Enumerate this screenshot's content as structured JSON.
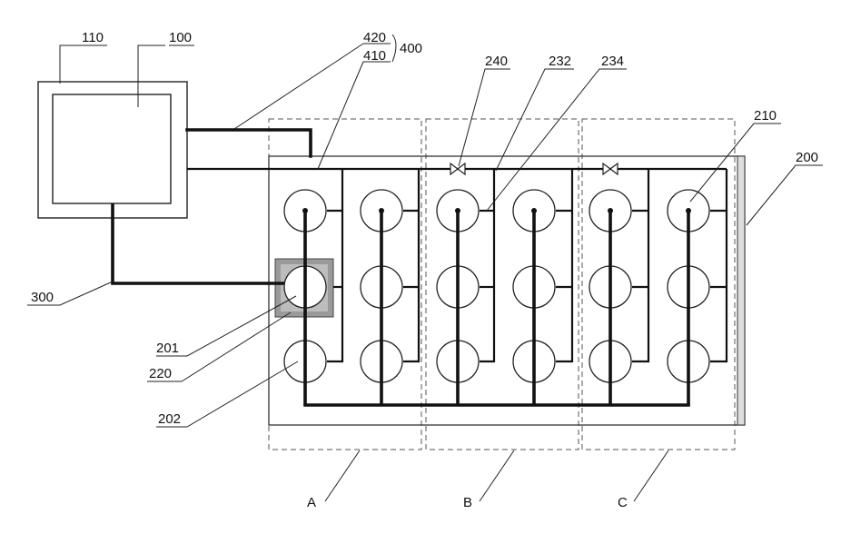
{
  "labels": {
    "controller": "100",
    "housing": "110",
    "panel": "200",
    "unit_201": "201",
    "unit_202": "202",
    "unit_210": "210",
    "unit_220": "220",
    "pipe_232": "232",
    "pipe_234": "234",
    "valve_240": "240",
    "pipe_300": "300",
    "group_400": "400",
    "pipe_410": "410",
    "pipe_420": "420"
  },
  "zones": [
    "A",
    "B",
    "C"
  ]
}
